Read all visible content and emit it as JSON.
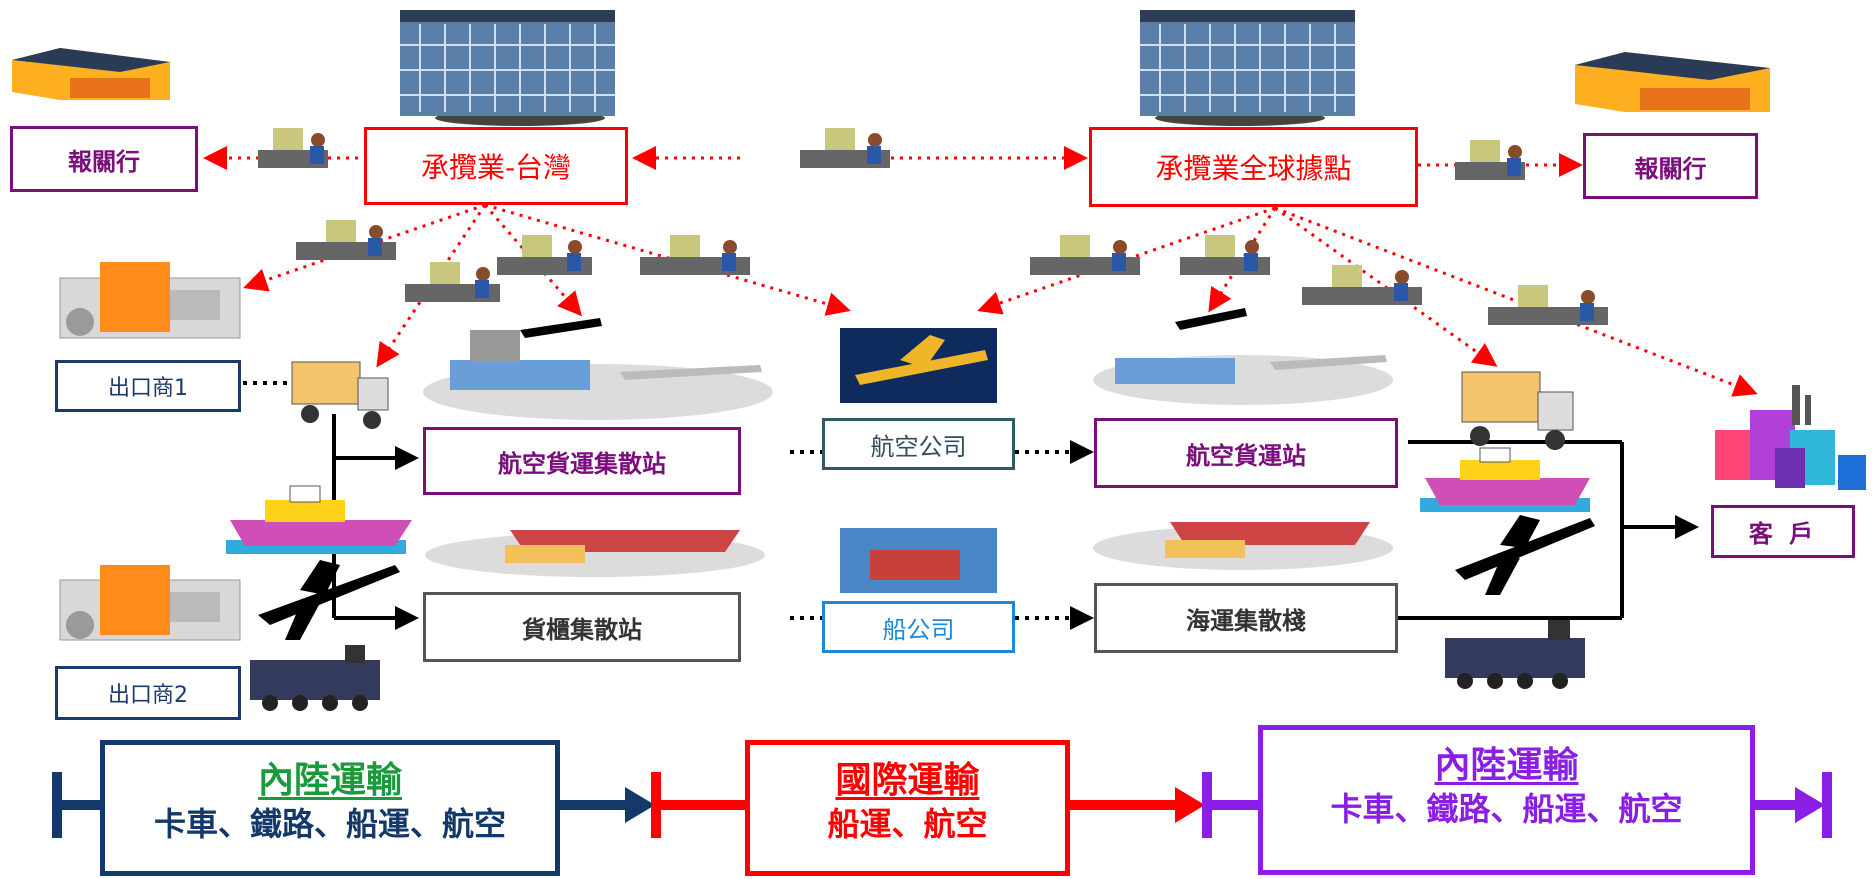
{
  "nodes": {
    "forwarder_tw": "承攬業-台灣",
    "forwarder_global": "承攬業全球據點",
    "broker_left": "報關行",
    "broker_right": "報關行",
    "exporter1": "出口商1",
    "exporter2": "出口商2",
    "air_consolidation": "航空貨運集散站",
    "container_station": "貨櫃集散站",
    "airline": "航空公司",
    "shipping_company": "船公司",
    "air_cargo_terminal": "航空貨運站",
    "sea_warehouse": "海運集散棧",
    "customer": "客 戶"
  },
  "legend": [
    {
      "title": "內陸運輸",
      "subtitle": "卡車、鐵路、船運、航空",
      "color": "#13386a"
    },
    {
      "title": "國際運輸",
      "subtitle": "船運、航空",
      "color": "#ff0000"
    },
    {
      "title": "內陸運輸",
      "subtitle": "卡車、鐵路、船運、航空",
      "color": "#8a1ee6"
    }
  ],
  "colors": {
    "legend_title_green": "#1a9a3c",
    "dotted_red": "#ff0000",
    "navy": "#13386a",
    "purple": "#8a1ee6"
  },
  "icons": [
    "office-building-icon",
    "warehouse-icon",
    "computer-operator-icon",
    "factory-icon",
    "truck-icon",
    "ship-icon",
    "airplane-icon",
    "train-icon",
    "airport-icon",
    "port-icon",
    "city-icon"
  ]
}
